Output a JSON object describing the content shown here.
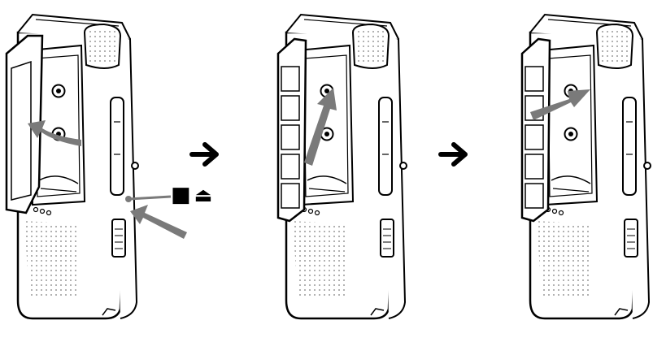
{
  "colors": {
    "outline": "#000000",
    "body_fill": "#ffffff",
    "arrow_gray": "#7a7a7a",
    "speaker_dots": "#9a9a9a",
    "next_arrow": "#000000"
  },
  "steps": [
    {
      "id": "step-1",
      "lid": "open",
      "motion": "press-stop-eject-and-open-lid"
    },
    {
      "id": "step-2",
      "lid": "open",
      "motion": "insert-cassette-upwards"
    },
    {
      "id": "step-3",
      "lid": "open",
      "motion": "push-cassette-in"
    }
  ],
  "button_label": {
    "stop_symbol": "■",
    "eject_symbol": "⏏"
  },
  "icons": {
    "next_arrow": "right-arrow-icon",
    "stop": "stop-icon",
    "eject": "eject-icon"
  }
}
